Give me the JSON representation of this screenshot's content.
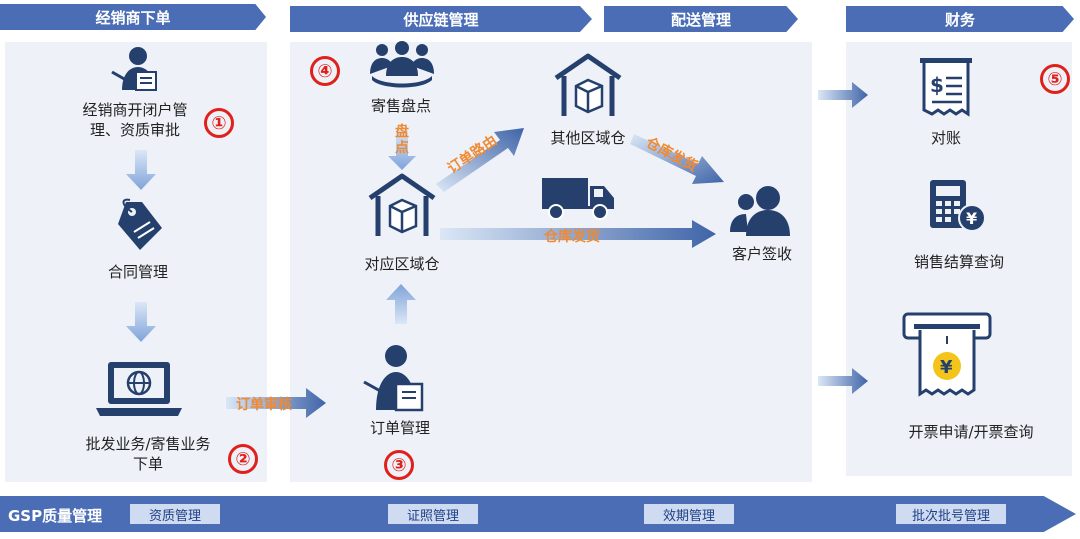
{
  "headers": {
    "distributor": "经销商下单",
    "supply_chain": "供应链管理",
    "delivery": "配送管理",
    "finance": "财务"
  },
  "distributor": {
    "account_label": "经销商开闭户管理、资质审批",
    "contract_label": "合同管理",
    "order_label": "批发业务/寄售业务下单"
  },
  "supply": {
    "consign_inventory": "寄售盘点",
    "inventory_arrow": "盘点",
    "region_warehouse": "对应区域仓",
    "order_management": "订单管理"
  },
  "flows": {
    "order_review": "订单审核",
    "order_routing": "订单路由",
    "warehouse_ship_top": "仓库发货",
    "warehouse_ship_mid": "仓库发货"
  },
  "delivery": {
    "other_warehouse": "其他区域仓",
    "customer_receipt": "客户签收"
  },
  "finance": {
    "reconcile": "对账",
    "settlement_query": "销售结算查询",
    "invoice": "开票申请/开票查询"
  },
  "markers": [
    "①",
    "②",
    "③",
    "④",
    "⑤"
  ],
  "gsp": {
    "title": "GSP质量管理",
    "items": [
      "资质管理",
      "证照管理",
      "效期管理",
      "批次批号管理"
    ]
  },
  "colors": {
    "banner": "#4a6db5",
    "icon": "#26406e",
    "marker": "#e0201b",
    "flow_text": "#ef8a34",
    "arrow": "#8fb3e3",
    "panel": "#eef2f8",
    "coin": "#f3c419"
  }
}
